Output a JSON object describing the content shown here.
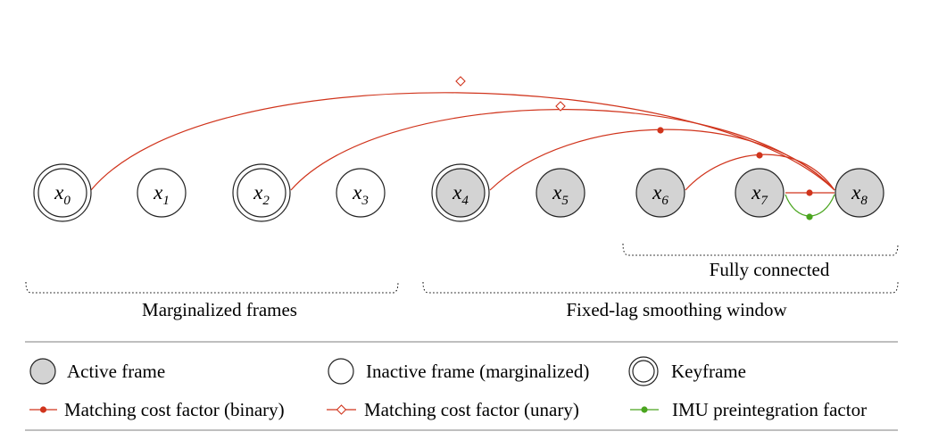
{
  "nodes": [
    {
      "base": "x",
      "sub": "0",
      "state": "inactive",
      "keyframe": true
    },
    {
      "base": "x",
      "sub": "1",
      "state": "inactive",
      "keyframe": false
    },
    {
      "base": "x",
      "sub": "2",
      "state": "inactive",
      "keyframe": true
    },
    {
      "base": "x",
      "sub": "3",
      "state": "inactive",
      "keyframe": false
    },
    {
      "base": "x",
      "sub": "4",
      "state": "active",
      "keyframe": true
    },
    {
      "base": "x",
      "sub": "5",
      "state": "active",
      "keyframe": false
    },
    {
      "base": "x",
      "sub": "6",
      "state": "active",
      "keyframe": false
    },
    {
      "base": "x",
      "sub": "7",
      "state": "active",
      "keyframe": false
    },
    {
      "base": "x",
      "sub": "8",
      "state": "active",
      "keyframe": false
    }
  ],
  "edges": [
    {
      "from": 0,
      "to": 8,
      "factor": "matching-unary"
    },
    {
      "from": 2,
      "to": 8,
      "factor": "matching-unary"
    },
    {
      "from": 4,
      "to": 8,
      "factor": "matching-binary"
    },
    {
      "from": 6,
      "to": 8,
      "factor": "matching-binary"
    },
    {
      "from": 7,
      "to": 8,
      "factor": "matching-binary"
    },
    {
      "from": 7,
      "to": 8,
      "factor": "imu"
    }
  ],
  "groups": {
    "fully_connected": "Fully connected",
    "marginalized": "Marginalized frames",
    "fixed_lag": "Fixed-lag smoothing window"
  },
  "legend": {
    "active": "Active frame",
    "inactive": "Inactive frame (marginalized)",
    "keyframe": "Keyframe",
    "binary": "Matching cost factor (binary)",
    "unary": "Matching cost factor (unary)",
    "imu": "IMU preintegration factor"
  },
  "colors": {
    "matching_factor": "#d0341c",
    "imu_factor": "#4aa51f",
    "active_fill": "#d3d3d3",
    "inactive_fill": "#ffffff"
  }
}
